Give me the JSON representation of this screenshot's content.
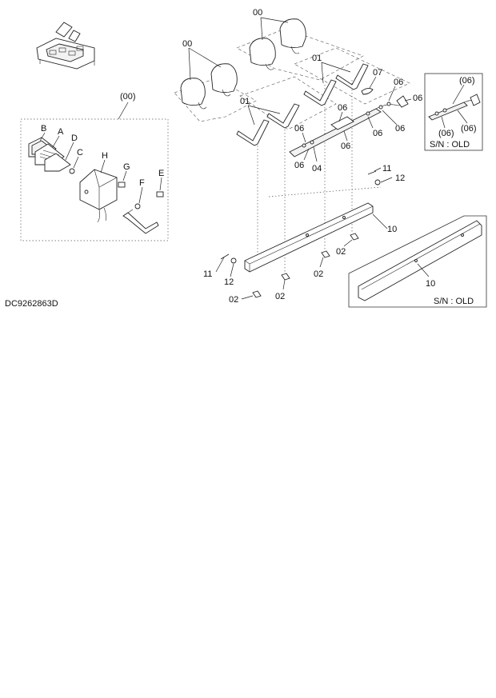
{
  "drawing_code": "DC9262863D",
  "kit_label": "(00)",
  "kit_components": [
    "A",
    "B",
    "C",
    "D",
    "E",
    "F",
    "G",
    "H"
  ],
  "callouts": {
    "lamp_assy": "00",
    "bracket": "01",
    "nut": "02",
    "harness": "04",
    "clip": "06",
    "clip_old": "(06)",
    "band": "07",
    "bar": "10",
    "bolt": "11",
    "washer": "12"
  },
  "inset_note": "S/N : OLD"
}
